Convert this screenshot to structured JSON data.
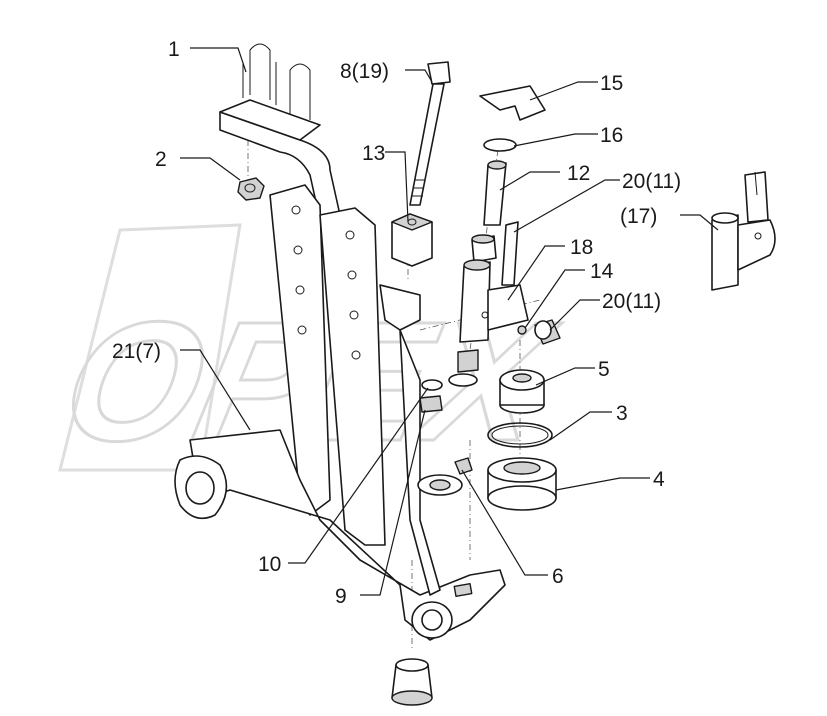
{
  "watermark": {
    "text": "OPEX"
  },
  "callouts": {
    "c1": "1",
    "c2": "2",
    "c3": "3",
    "c4": "4",
    "c5": "5",
    "c6": "6",
    "c8": "8(19)",
    "c9": "9",
    "c10": "10",
    "c12": "12",
    "c13": "13",
    "c14": "14",
    "c15": "15",
    "c16": "16",
    "c17": "(17)",
    "c18": "18",
    "c20a": "20(11)",
    "c20b": "20(11)",
    "c21": "21(7)"
  },
  "colors": {
    "line": "#1a1a1a",
    "shade": "#d2d2d2",
    "watermark": "#d9d9d9"
  }
}
